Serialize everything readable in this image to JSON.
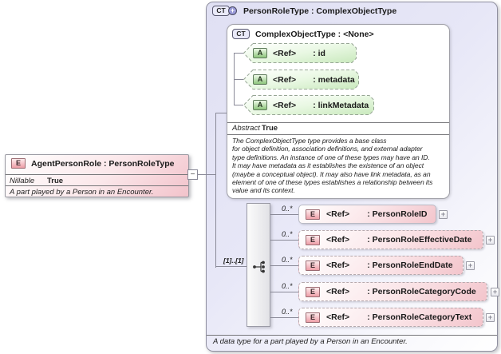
{
  "icons": {
    "complex_type": "CT",
    "attribute": "A",
    "element": "E",
    "expand": "+",
    "collapse": "−",
    "plus_badge": "+"
  },
  "agent_element": {
    "title": "AgentPersonRole : PersonRoleType",
    "property_name": "Nillable",
    "property_value": "True",
    "annotation": "A part played by a Person in an Encounter."
  },
  "type": {
    "title": "PersonRoleType : ComplexObjectType",
    "annotation": "A data type for a part played by a Person in an Encounter.",
    "compositor": {
      "kind": "sequence",
      "cardinality": "[1]..[1]"
    },
    "base_type": {
      "title": "ComplexObjectType : <None>",
      "attributes": [
        {
          "ref": "<Ref>",
          "name": ": id"
        },
        {
          "ref": "<Ref>",
          "name": ": metadata"
        },
        {
          "ref": "<Ref>",
          "name": ": linkMetadata"
        }
      ],
      "property_name": "Abstract",
      "property_value": "True",
      "documentation": "The ComplexObjectType type provides a base class\nfor object definition, association definitions, and external adapter\ntype definitions. An instance of one of these types may have an ID.\nIt may have metadata as it establishes the existence of an object\n(maybe a conceptual object). It may also have link metadata, as an\nelement of one of these types establishes a relationship between its\nvalue and its context."
    },
    "elements": [
      {
        "occurs": "0..*",
        "ref": "<Ref>",
        "name": ": PersonRoleID"
      },
      {
        "occurs": "0..*",
        "ref": "<Ref>",
        "name": ": PersonRoleEffectiveDate"
      },
      {
        "occurs": "0..*",
        "ref": "<Ref>",
        "name": ": PersonRoleEndDate"
      },
      {
        "occurs": "0..*",
        "ref": "<Ref>",
        "name": ": PersonRoleCategoryCode"
      },
      {
        "occurs": "0..*",
        "ref": "<Ref>",
        "name": ": PersonRoleCategoryText"
      }
    ]
  },
  "colors": {
    "type_box_fill": "#e4e4f6",
    "element_fill": "#f3c5cc",
    "attribute_fill": "#c9e9bd",
    "line": "#8a8a98"
  }
}
